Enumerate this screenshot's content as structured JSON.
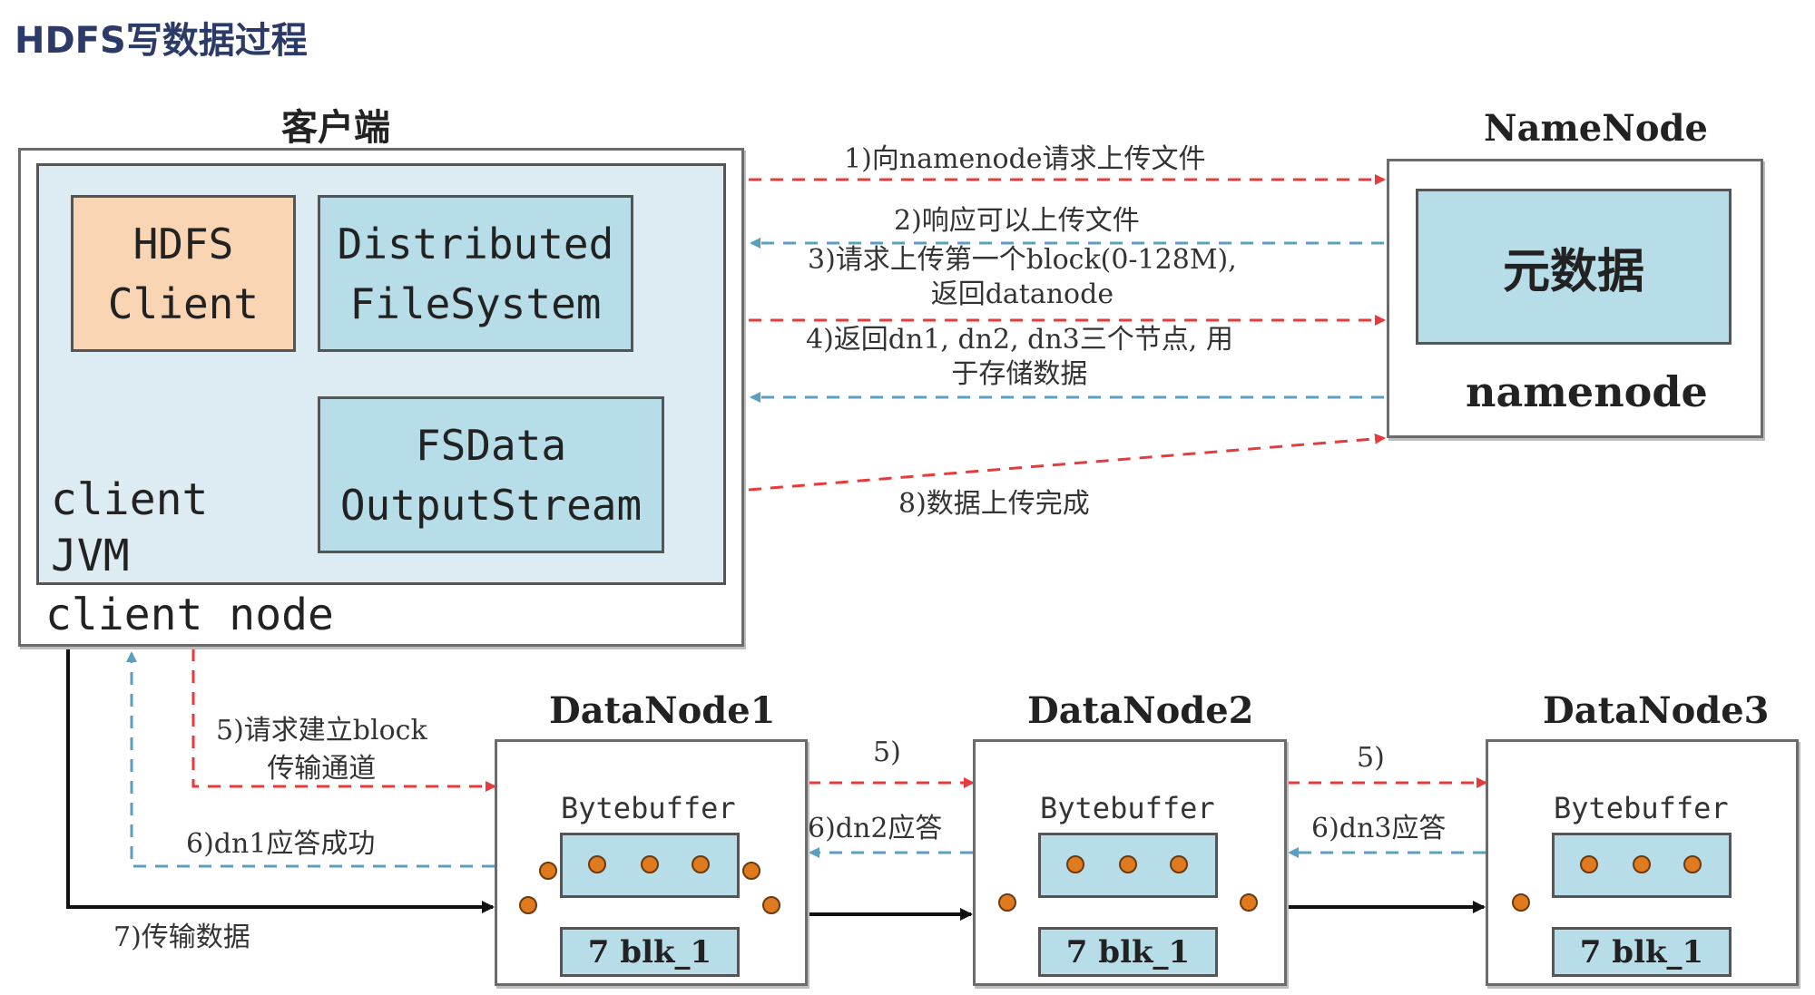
{
  "title": "HDFS写数据过程",
  "client": {
    "header": "客户端",
    "hdfs_client": "HDFS\nClient",
    "distributed_fs": "Distributed\nFileSystem",
    "fsdata": "FSData\nOutputStream",
    "jvm_label": "client\nJVM",
    "node_label": "client node"
  },
  "namenode": {
    "header": "NameNode",
    "metadata": "元数据",
    "label": "namenode"
  },
  "datanodes": [
    {
      "header": "DataNode1",
      "buffer": "Bytebuffer",
      "block": "7 blk_1"
    },
    {
      "header": "DataNode2",
      "buffer": "Bytebuffer",
      "block": "7 blk_1"
    },
    {
      "header": "DataNode3",
      "buffer": "Bytebuffer",
      "block": "7 blk_1"
    }
  ],
  "steps": {
    "s1": "1)向namenode请求上传文件",
    "s2": "2)响应可以上传文件",
    "s3": "3)请求上传第一个block(0-128M),\n返回datanode",
    "s4": "4)返回dn1, dn2, dn3三个节点, 用\n于存储数据",
    "s8": "8)数据上传完成",
    "s5": "5)请求建立block\n传输通道",
    "s6": "6)dn1应答成功",
    "s7": "7)传输数据",
    "s5b": "5)",
    "s6b": "6)dn2应答",
    "s5c": "5)",
    "s6c": "6)dn3应答"
  },
  "colors": {
    "request_arrow": "#e83a3a",
    "response_arrow": "#5b9fc0",
    "data_arrow": "#111111",
    "box_blue": "#b7dde8",
    "box_peach": "#fad5b4",
    "buffer_dot": "#e07a1e"
  }
}
